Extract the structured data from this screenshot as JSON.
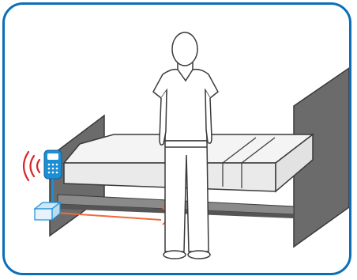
{
  "illustration": {
    "subject": "person-standing-beside-bed",
    "objects": [
      "bed",
      "person",
      "bed-sensor-alarm",
      "motion-sensor",
      "infrared-beam",
      "wireless-signal"
    ],
    "colors": {
      "frame_border": "#0a6fb6",
      "outline": "#3a3a3a",
      "bed_dark": "#6b6b6b",
      "bed_light": "#efefef",
      "device_blue": "#1a8fd6",
      "beam": "#f26a3b",
      "signal": "#d9252a"
    },
    "icons": [
      "wifi-signal-icon",
      "pager-icon",
      "sensor-box-icon"
    ]
  }
}
